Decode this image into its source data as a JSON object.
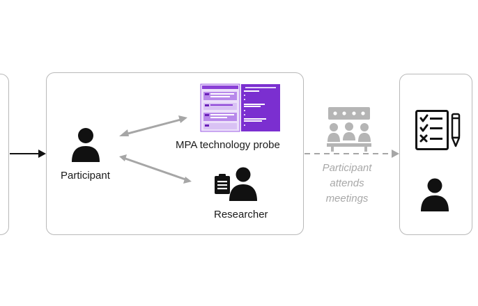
{
  "participant": {
    "label": "Participant"
  },
  "probe": {
    "label": "MPA technology probe",
    "left_panel": {
      "header": "",
      "lines": [
        "",
        "",
        "",
        "",
        "",
        ""
      ]
    },
    "right_panel": {
      "header": "",
      "lines": [
        "",
        "",
        "",
        ""
      ]
    }
  },
  "researcher": {
    "label": "Researcher"
  },
  "meeting": {
    "line1": "Participant",
    "line2": "attends",
    "line3": "meetings"
  },
  "colors": {
    "border": "#b8b8b8",
    "arrow_gray": "#a6a6a6",
    "purple_dark": "#7b2fd0",
    "purple_light": "#c9a6ef",
    "icon_black": "#111111",
    "icon_gray": "#b5b5b5"
  },
  "icons": [
    "person-icon",
    "clipboard-icon",
    "meeting-icon",
    "checklist-icon",
    "pencil-icon"
  ]
}
